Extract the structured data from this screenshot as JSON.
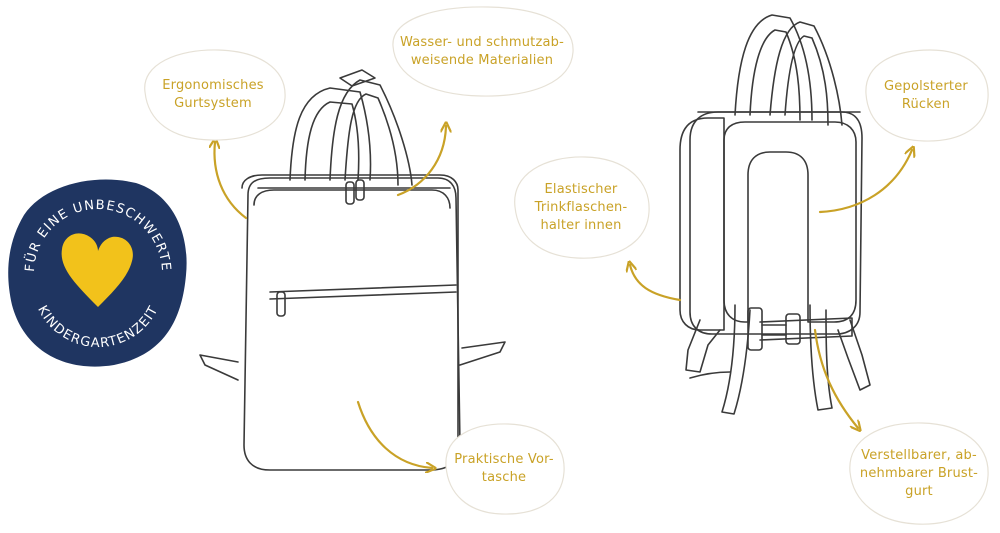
{
  "colors": {
    "accent": "#c9a227",
    "outline": "#3a3a3a",
    "stamp": "#1f3561",
    "heart": "#f2c21b"
  },
  "stamp": {
    "top_text": "FÜR EINE UNBESCHWERTE",
    "bottom_text": "KINDERGARTENZEIT"
  },
  "callouts": [
    {
      "id": "gurtsystem",
      "text": "Ergonomisches\nGurtsystem"
    },
    {
      "id": "materialien",
      "text": "Wasser- und schmutzab-\nweisende Materialien"
    },
    {
      "id": "trinkflaschen",
      "text": "Elastischer\nTrinkflaschen-\nhalter innen"
    },
    {
      "id": "ruecken",
      "text": "Gepolsterter\nRücken"
    },
    {
      "id": "vortasche",
      "text": "Praktische Vor-\ntasche"
    },
    {
      "id": "brustgurt",
      "text": "Verstellbarer, ab-\nnehmbarer Brust-\ngurt"
    }
  ]
}
